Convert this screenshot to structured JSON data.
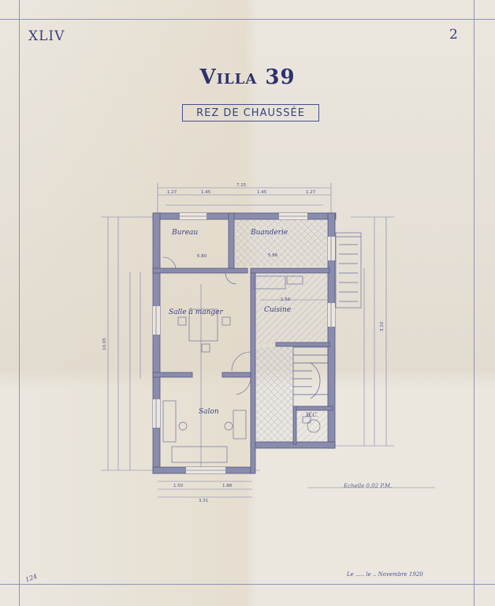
{
  "sheet": {
    "code": "XLIV",
    "number": "2",
    "title": "Villa 39",
    "subtitle": "REZ DE CHAUSSÉE",
    "scale_note": "Echelle 0,02 P.M.",
    "signature_note": "Le ..... le .. Novembre 1920",
    "corner_mark": "124"
  },
  "rooms": [
    {
      "name": "Bureau",
      "area": "6.80"
    },
    {
      "name": "Buanderie",
      "area": "5.86"
    },
    {
      "name": "Salle à manger",
      "area": ""
    },
    {
      "name": "Cuisine",
      "area": "1.56"
    },
    {
      "name": "Salon",
      "area": ""
    },
    {
      "name": "W.C.",
      "area": ""
    }
  ],
  "dimensions": {
    "top_total": "7.15",
    "top_parts": [
      "1.27",
      "1.45",
      "1.45",
      "1.27"
    ],
    "bottom_total": "3.31",
    "bottom_parts": [
      "1.50",
      "1.88"
    ],
    "left_total": "10.05",
    "right_total": "3.10"
  },
  "colors": {
    "ink": "#3d4280",
    "wall": "#6e6f94",
    "hatch": "#9aa0c2"
  }
}
